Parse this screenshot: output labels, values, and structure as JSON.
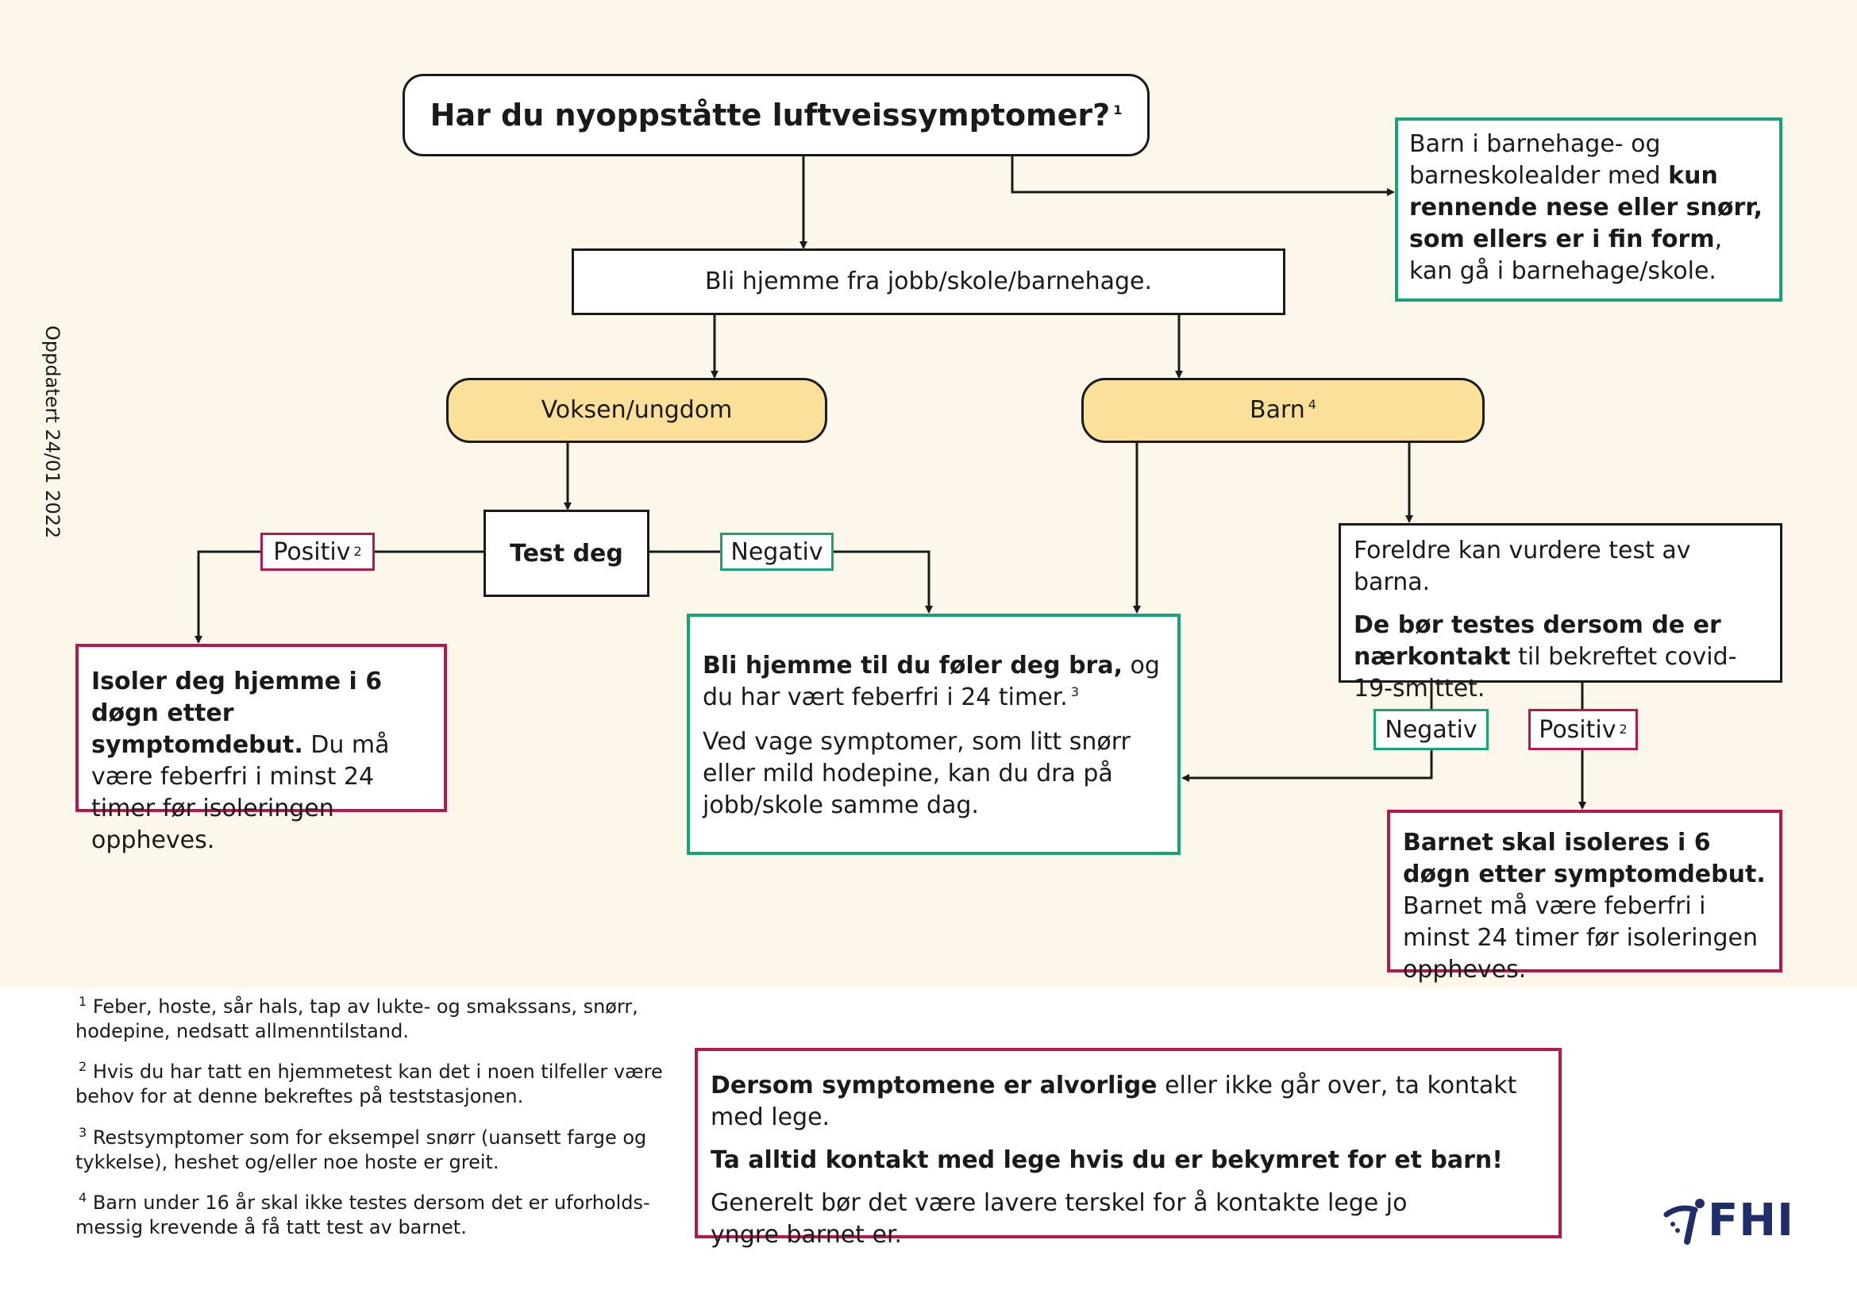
{
  "question": {
    "text": "Har du nyoppståtte luftveissymptomer?",
    "footnote_ref": "1"
  },
  "stay_home": {
    "text": "Bli hjemme fra jobb/skole/barnehage."
  },
  "child_note": {
    "t1": "Barn i barnehage- og barneskolealder med ",
    "bold": "kun rennende nese eller snørr, som ellers er i fin form",
    "t2": ", kan gå i barnehage/skole."
  },
  "adult": {
    "label": "Voksen/ungdom"
  },
  "child": {
    "label": "Barn",
    "footnote_ref": "4"
  },
  "test": {
    "label": "Test deg"
  },
  "labels": {
    "positive": "Positiv",
    "negative": "Negativ",
    "positive_ref": "2"
  },
  "isolate_adult": {
    "bold": "Isoler deg hjemme i 6 døgn etter symptomdebut.",
    "rest": " Du må være feberfri i minst 24 timer før isoleringen oppheves."
  },
  "stay_well": {
    "bold": "Bli hjemme til du føler deg bra,",
    "rest": " og du har vært feberfri i 24 timer.",
    "footnote_ref": "3",
    "p2": "Ved vage symptomer, som litt snørr eller mild hodepine, kan du dra på jobb/skole samme dag."
  },
  "parents": {
    "p1": "Foreldre kan vurdere test av barna.",
    "bold": "De bør testes dersom de er nærkontakt",
    "rest": " til bekreftet covid-19-smittet."
  },
  "isolate_child": {
    "bold": "Barnet skal isoleres i 6 døgn etter symptomdebut.",
    "rest": " Barnet må være feberfri i minst 24 timer før isoleringen oppheves."
  },
  "updated": "Oppdatert 24/01 2022",
  "footnotes": [
    {
      "num": "1",
      "text": "Feber, hoste, sår hals, tap av lukte- og smakssans, snørr, hodepine, nedsatt allmenntilstand."
    },
    {
      "num": "2",
      "text": "Hvis du har tatt en hjemmetest kan det i noen tilfeller være behov for at denne bekreftes på teststasjonen."
    },
    {
      "num": "3",
      "text": "Restsymptomer som for eksempel snørr (uansett farge og tykkelse), heshet og/eller noe hoste er greit."
    },
    {
      "num": "4",
      "text": "Barn under 16 år skal ikke testes dersom det er uforholds-messig krevende å få tatt test av barnet."
    }
  ],
  "doctor": {
    "bold1": "Dersom symptomene er alvorlige",
    "rest1": " eller ikke går over, ta kontakt med lege.",
    "bold2": "Ta alltid kontakt med lege hvis du er bekymret for et barn!",
    "p3": "Generelt bør det være lavere terskel for å kontakte lege jo yngre barnet er."
  },
  "logo": {
    "text": "FHI"
  },
  "colors": {
    "green": "#15a37a",
    "red": "#b5174e",
    "yellow": "#fbe09a",
    "background": "#fdf6ea",
    "navy": "#1f2e6b"
  }
}
